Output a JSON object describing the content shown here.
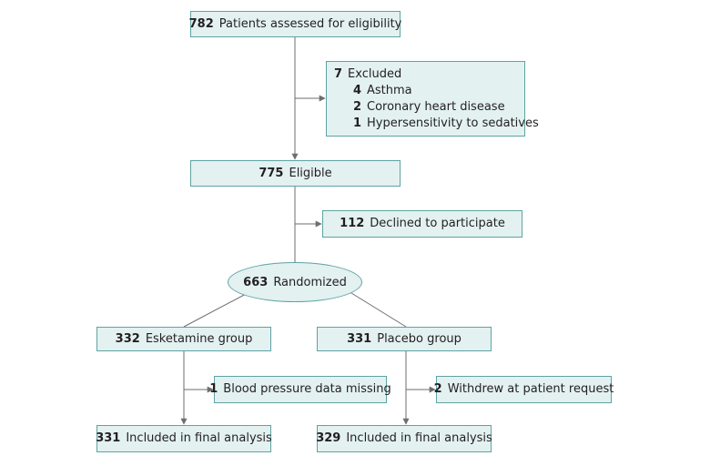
{
  "assessed": {
    "n": "782",
    "label": "Patients assessed for eligibility"
  },
  "excluded": {
    "n": "7",
    "label": "Excluded",
    "reasons": [
      {
        "n": "4",
        "label": "Asthma"
      },
      {
        "n": "2",
        "label": "Coronary heart disease"
      },
      {
        "n": "1",
        "label": "Hypersensitivity to sedatives"
      }
    ]
  },
  "eligible": {
    "n": "775",
    "label": "Eligible"
  },
  "declined": {
    "n": "112",
    "label": "Declined to participate"
  },
  "randomized": {
    "n": "663",
    "label": "Randomized"
  },
  "esketamine": {
    "group": {
      "n": "332",
      "label": "Esketamine group"
    },
    "excluded": {
      "n": "1",
      "label": "Blood pressure data missing"
    },
    "analysis": {
      "n": "331",
      "label": "Included in final analysis"
    }
  },
  "placebo": {
    "group": {
      "n": "331",
      "label": "Placebo group"
    },
    "excluded": {
      "n": "2",
      "label": "Withdrew at patient request"
    },
    "analysis": {
      "n": "329",
      "label": "Included in final analysis"
    }
  },
  "colors": {
    "box_fill": "#e3f1f1",
    "box_border": "#5fa3a3",
    "line": "#6d6e70"
  }
}
